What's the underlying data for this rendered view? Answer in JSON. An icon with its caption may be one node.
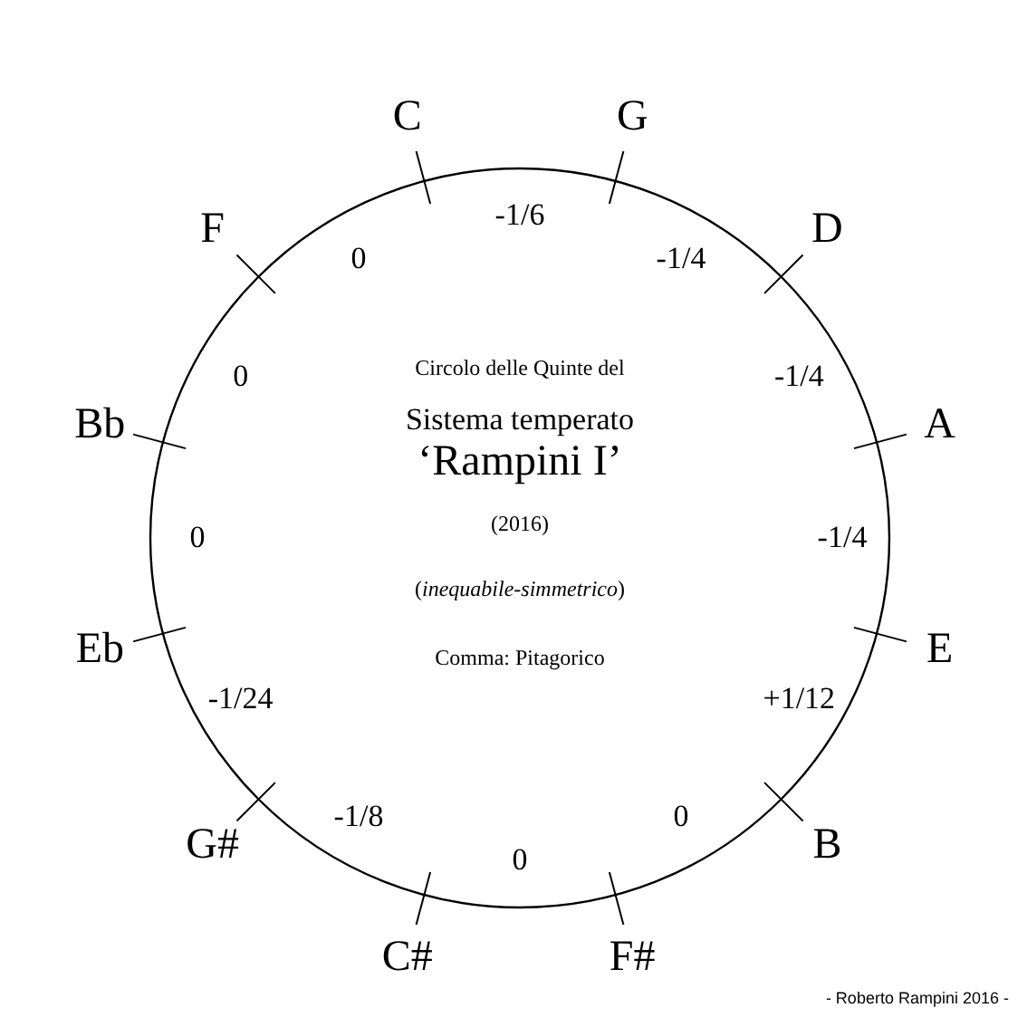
{
  "diagram": {
    "nodes": [
      {
        "text": [
          "Circolo delle Quinte del",
          "Sistema temperato",
          "‘Rampini I’",
          "(2016)",
          "(*inequabile-simmetrico*)",
          "Comma: Pitagorico"
        ]
      }
    ],
    "labels": [
      "C",
      "-1/6",
      "G",
      "-1/4",
      "D",
      "-1/4",
      "A",
      "-1/4",
      "E",
      "+1/12",
      "B",
      "0",
      "F#",
      "0",
      "C#",
      "-1/8",
      "G#",
      "-1/24",
      "Eb",
      "0",
      "Bb",
      "0",
      "F",
      "0",
      "- Roberto Rampini 2016 -"
    ]
  }
}
